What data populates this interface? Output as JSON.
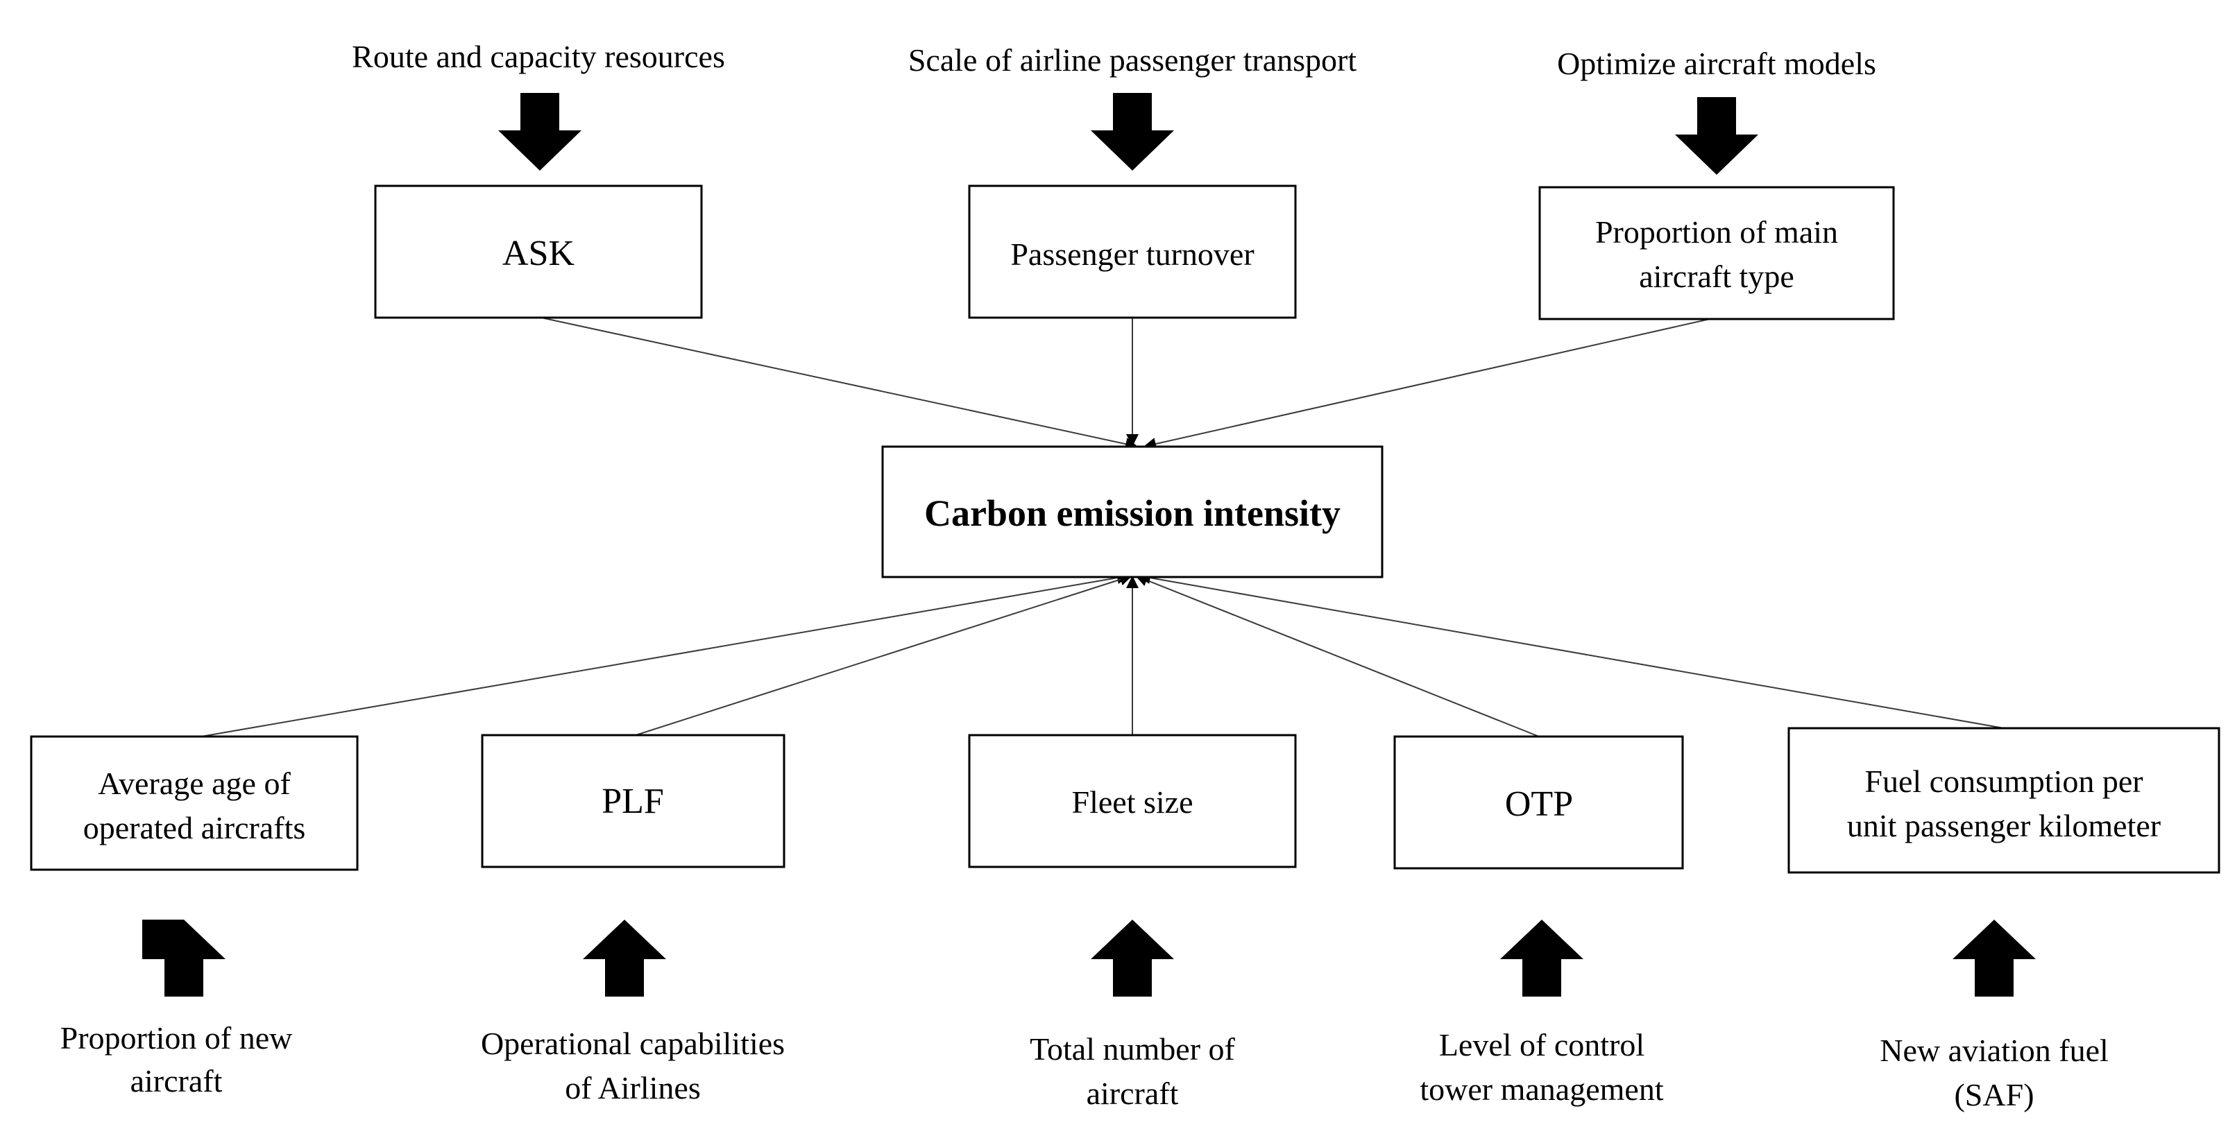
{
  "center": {
    "label": "Carbon emission intensity"
  },
  "top_factors": [
    {
      "driver": "Route and capacity resources",
      "box_lines": [
        "ASK"
      ]
    },
    {
      "driver": "Scale of airline passenger transport",
      "box_lines": [
        "Passenger turnover"
      ]
    },
    {
      "driver": "Optimize aircraft models",
      "box_lines": [
        "Proportion of main",
        "aircraft type"
      ]
    }
  ],
  "bottom_factors": [
    {
      "box_lines": [
        "Average age of",
        "operated aircrafts"
      ],
      "driver_lines": [
        "Proportion of new",
        "aircraft"
      ]
    },
    {
      "box_lines": [
        "PLF"
      ],
      "driver_lines": [
        "Operational capabilities",
        "of Airlines"
      ]
    },
    {
      "box_lines": [
        "Fleet size"
      ],
      "driver_lines": [
        "Total number of",
        "aircraft"
      ]
    },
    {
      "box_lines": [
        "OTP"
      ],
      "driver_lines": [
        "Level of control",
        "tower management"
      ]
    },
    {
      "box_lines": [
        "Fuel consumption per",
        "unit passenger kilometer"
      ],
      "driver_lines": [
        "New aviation fuel",
        "(SAF)"
      ]
    }
  ]
}
